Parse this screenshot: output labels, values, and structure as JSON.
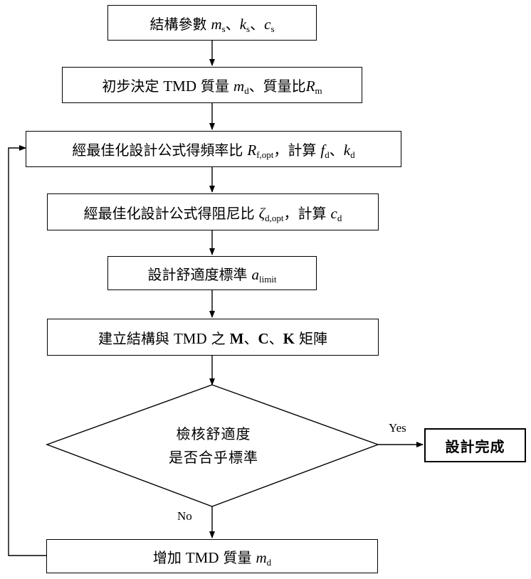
{
  "nodes": {
    "n1": {
      "prefix": "結構參數",
      "sym1": "m",
      "sub1": "s",
      "sep1": "、",
      "sym2": "k",
      "sub2": "s",
      "sep2": "、",
      "sym3": "c",
      "sub3": "s"
    },
    "n2": {
      "prefix": "初步決定",
      "tmd": "TMD",
      "mid1": "質量",
      "sym1": "m",
      "sub1": "d",
      "mid2": "、質量比",
      "sym2": "R",
      "sub2": "m"
    },
    "n3": {
      "prefix": "經最佳化設計公式得頻率比",
      "sym1": "R",
      "sub1": "f,opt",
      "mid": "，計算",
      "sym2": "f",
      "sub2": "d",
      "sep": "、",
      "sym3": "k",
      "sub3": "d"
    },
    "n4": {
      "prefix": "經最佳化設計公式得阻尼比",
      "sym1": "ζ",
      "sub1": "d,opt",
      "mid": "，計算",
      "sym2": "c",
      "sub2": "d"
    },
    "n5": {
      "prefix": "設計舒適度標準",
      "sym1": "a",
      "sub1": "limit"
    },
    "n6": {
      "prefix": "建立結構與",
      "tmd": "TMD",
      "mid": "之",
      "m": "M",
      "sep1": "、",
      "c": "C",
      "sep2": "、",
      "k": "K",
      "suffix": "矩陣"
    },
    "decision": {
      "line1": "檢核舒適度",
      "line2": "是否合乎標準"
    },
    "done": {
      "label": "設計完成"
    },
    "n7": {
      "prefix": "增加",
      "tmd": "TMD",
      "mid": "質量",
      "sym1": "m",
      "sub1": "d"
    }
  },
  "edges": {
    "yes_label": "Yes",
    "no_label": "No"
  }
}
